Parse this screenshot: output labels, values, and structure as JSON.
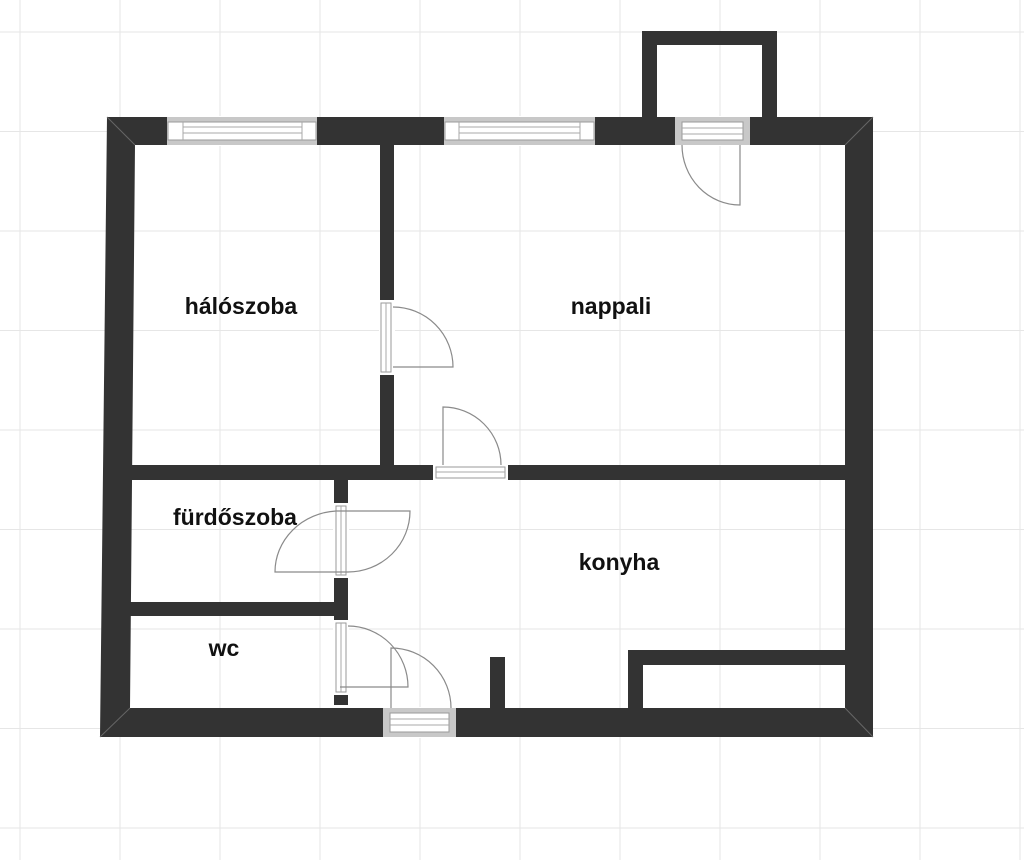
{
  "floorplan": {
    "rooms": {
      "bedroom": "hálószoba",
      "living_room": "nappali",
      "bathroom": "fürdőszoba",
      "kitchen": "konyha",
      "toilet": "wc"
    },
    "colors": {
      "wall": "#333333",
      "grid": "#e6e6e6",
      "window": "#c8c8c8"
    }
  }
}
